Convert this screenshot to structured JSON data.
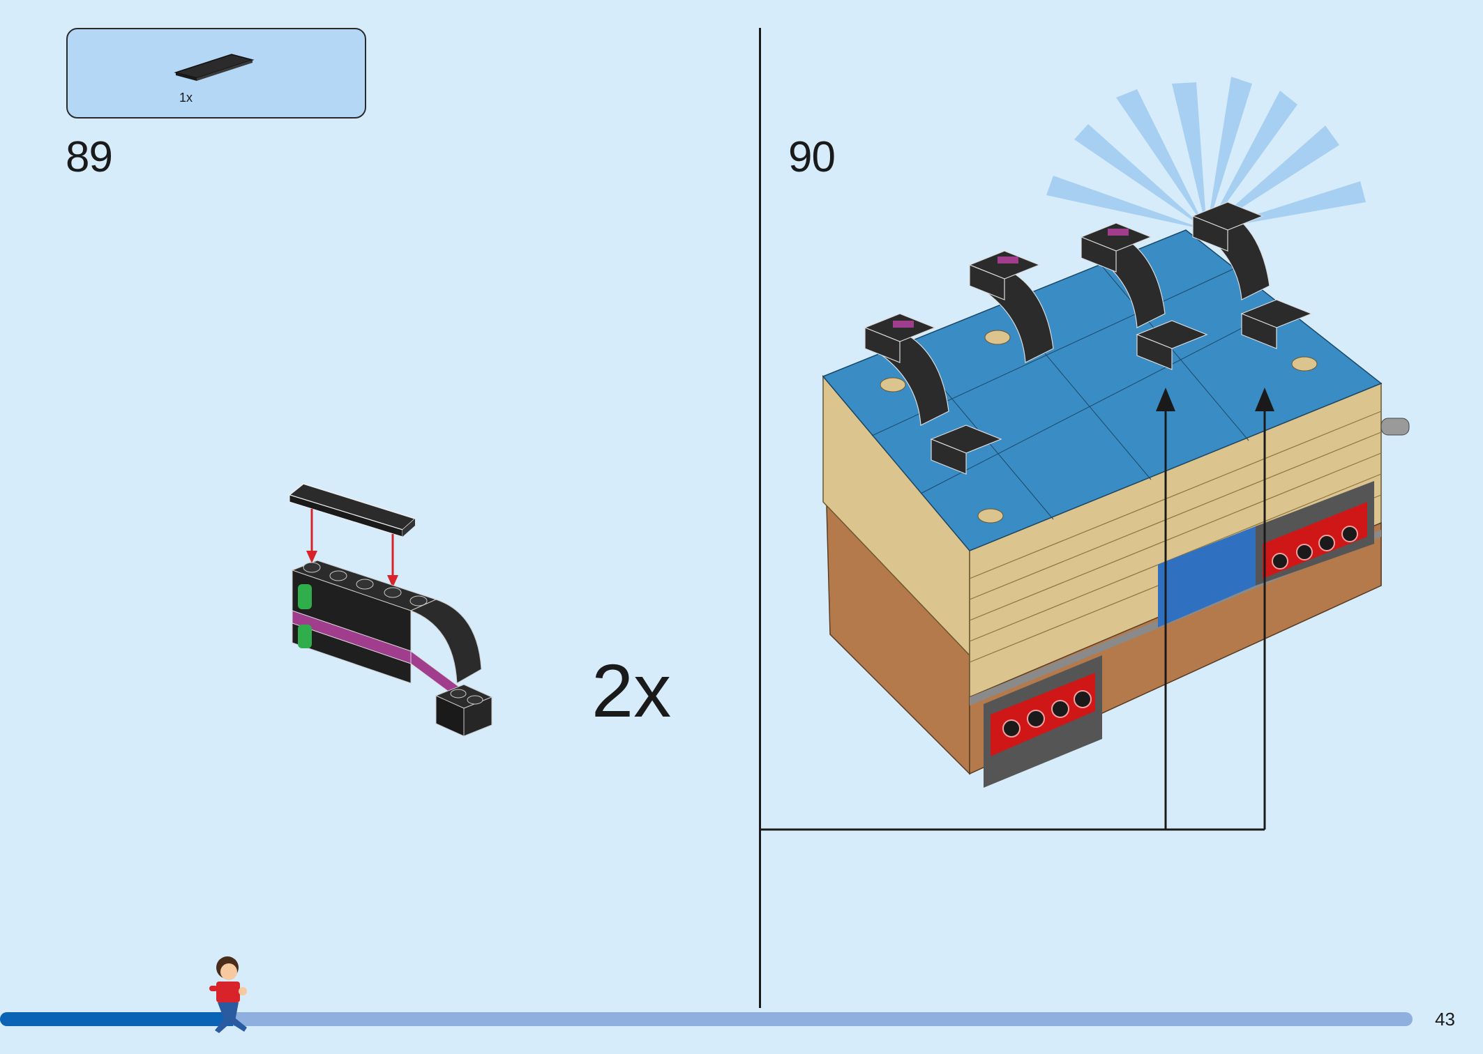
{
  "parts_callout": {
    "quantity": "1x"
  },
  "steps": [
    {
      "number": "89",
      "multiplier": "2x"
    },
    {
      "number": "90"
    }
  ],
  "page_number": "43",
  "progress": {
    "fraction": 0.165
  },
  "colors": {
    "background": "#d6ecfb",
    "callout": "#b3d7f5",
    "progress_fill": "#0a63b5",
    "progress_track": "#8fb0de",
    "arrow_red": "#d8232a",
    "brick_black": "#2b2b2b",
    "brick_blue": "#3a8cc4",
    "brick_tan": "#dcc48e",
    "brick_brown": "#b57a4c",
    "brick_red": "#d01717",
    "brick_magenta": "#a03d8d",
    "brick_green": "#2fae4b"
  }
}
